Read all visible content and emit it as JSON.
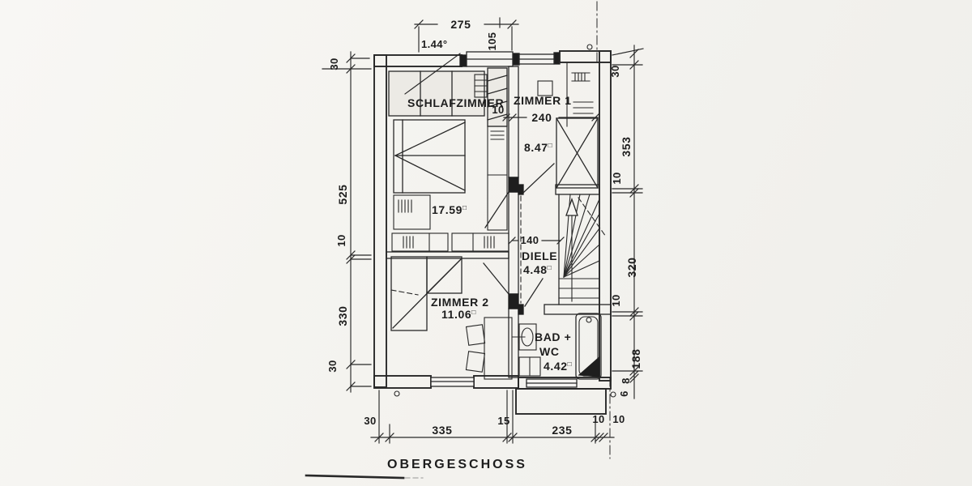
{
  "plan": {
    "title": "OBERGESCHOSS",
    "symbols": {
      "sqm": "□"
    },
    "rooms": {
      "schlafzimmer": {
        "name": "SCHLAFZIMMER",
        "area": "17.59"
      },
      "zimmer1": {
        "name": "ZIMMER 1",
        "area": "8.47"
      },
      "zimmer2": {
        "name": "ZIMMER 2",
        "area": "11.06"
      },
      "diele": {
        "name": "DIELE",
        "area": "4.48"
      },
      "bad": {
        "name": "BAD +",
        "name2": "WC",
        "area": "4.42"
      }
    },
    "dims": {
      "top": {
        "width": "275",
        "note": "1.44°",
        "sill": "105"
      },
      "left": {
        "wall_top": "30",
        "upper": "525",
        "mid": "10",
        "lower": "330",
        "wall_bottom": "30"
      },
      "right": {
        "wall_top": "30",
        "upper": "353",
        "gap1": "10",
        "stair": "320",
        "gap2": "10",
        "bath": "188",
        "small_a": "8",
        "small_b": "6"
      },
      "bottom": {
        "wall_left": "30",
        "main": "335",
        "mid": "15",
        "bath": "235",
        "gap1": "10",
        "gap2": "10"
      },
      "zimmer1": {
        "shaft": "10",
        "width": "240"
      },
      "diele": {
        "width": "140"
      }
    }
  }
}
